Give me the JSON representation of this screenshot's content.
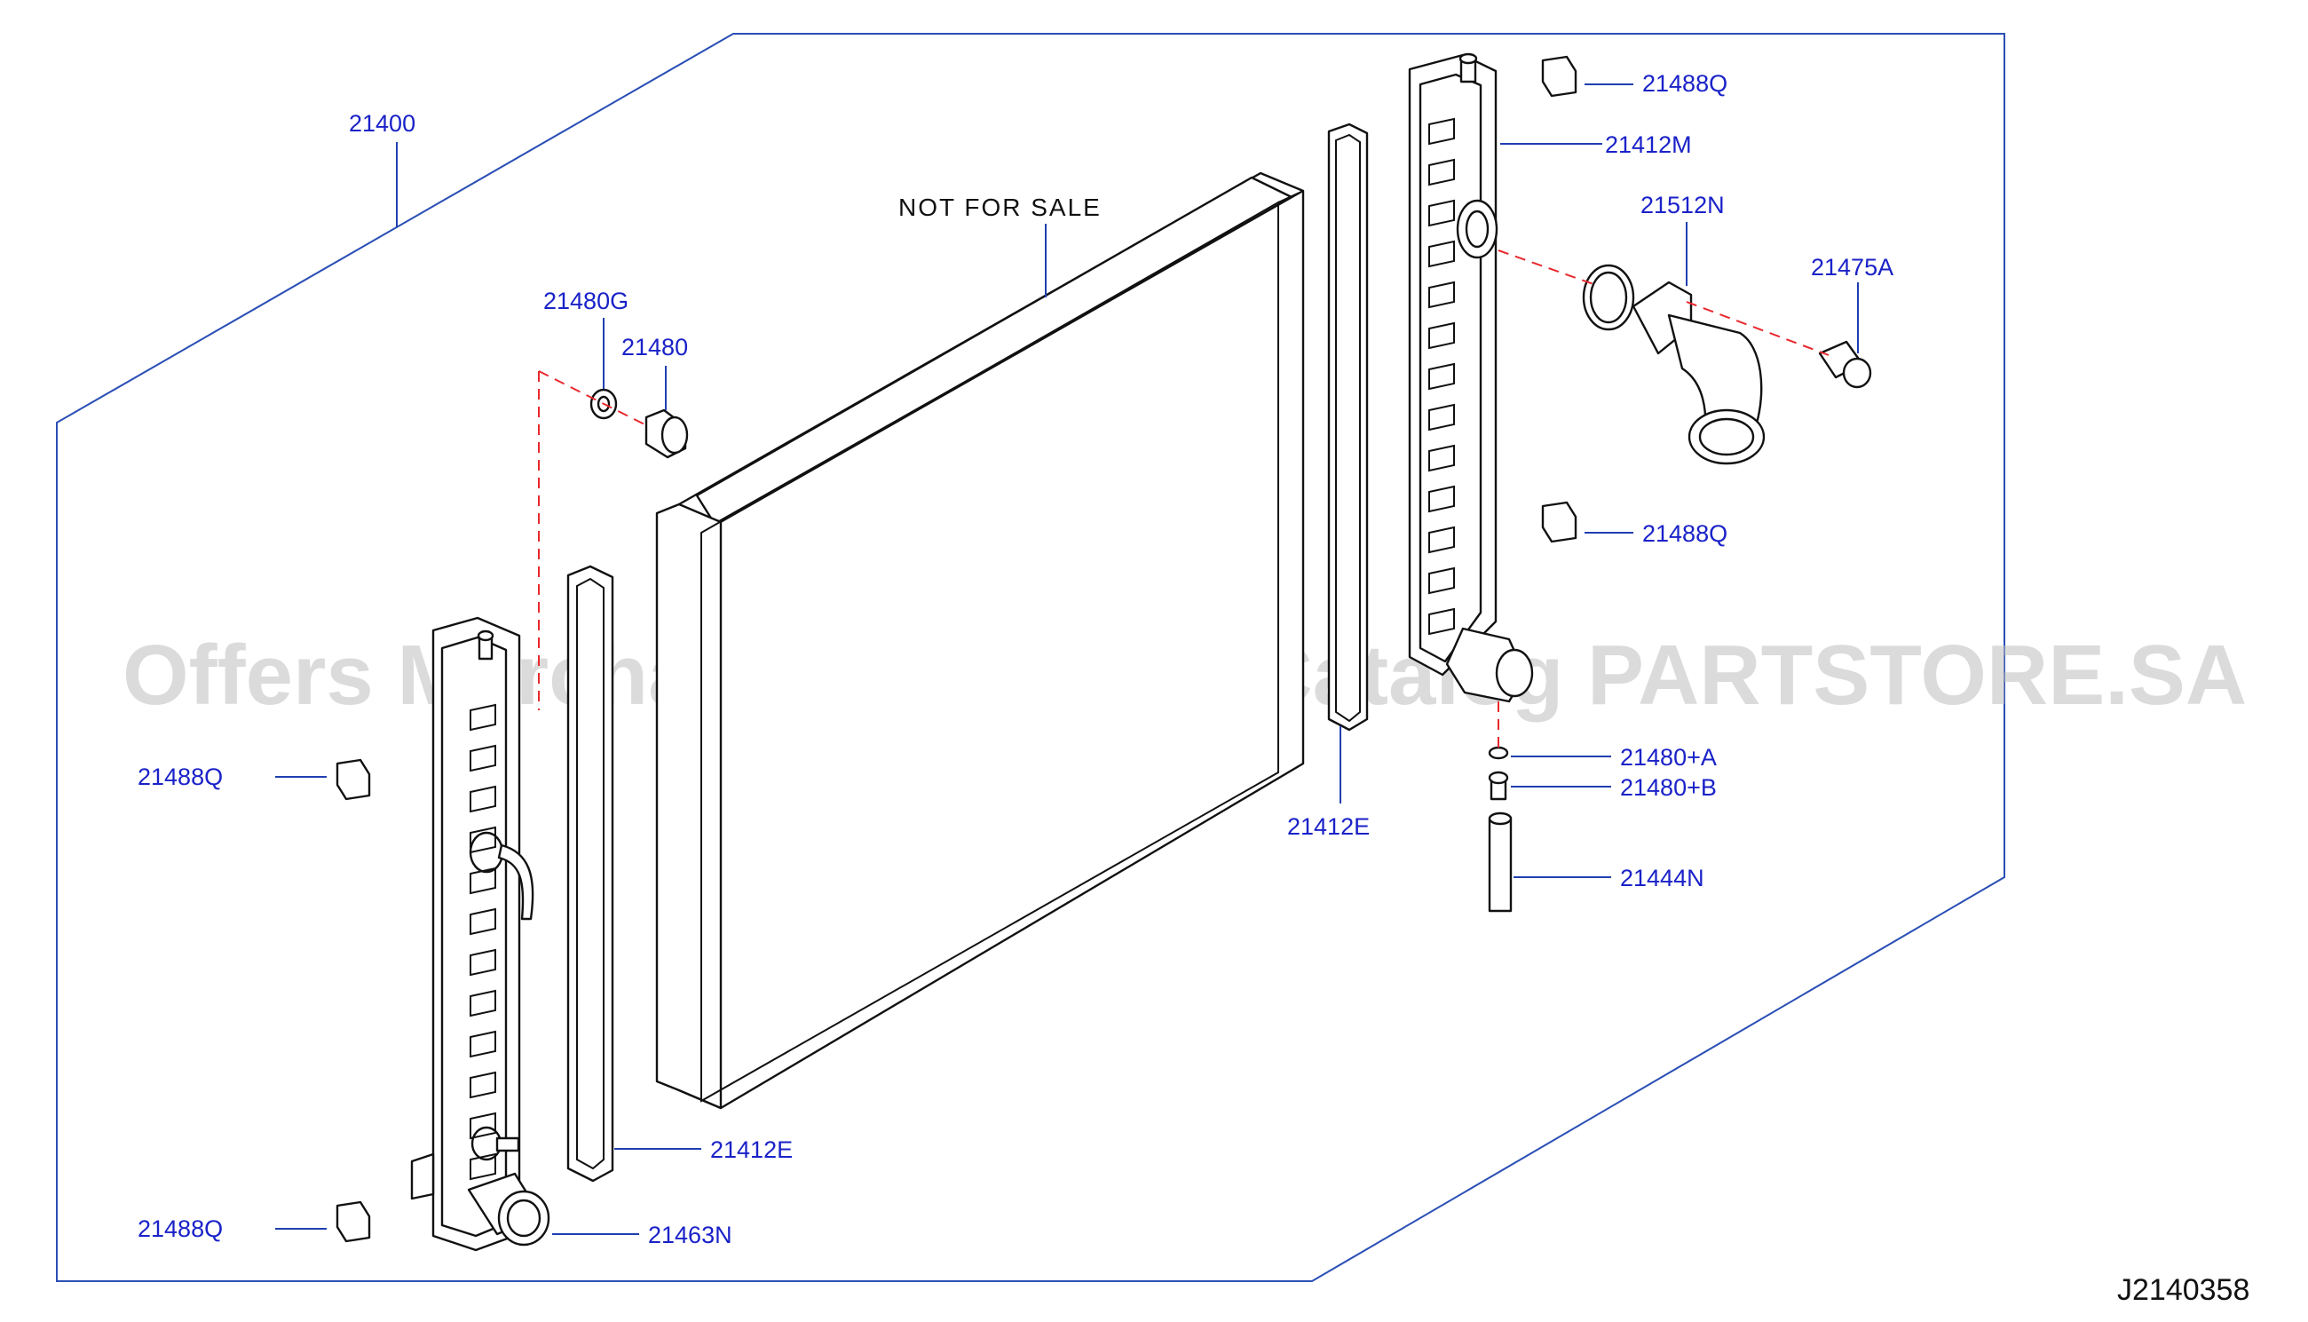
{
  "watermark": "Offers Merchant Auto Parts Catalog PARTSTORE.SA",
  "diagram_code": "J2140358",
  "note": "NOT  FOR  SALE",
  "labels": {
    "assembly": "21400",
    "cap_top_right": "21488Q",
    "tank_right": "21412M",
    "pipe": "21512N",
    "bolt": "21475A",
    "cap_mid_right": "21488Q",
    "washer_left": "21480G",
    "plug_left": "21480",
    "drain_washer": "21480+A",
    "drain_plug": "21480+B",
    "sleeve": "21444N",
    "seal_right": "21412E",
    "seal_left": "21412E",
    "cap_left_top": "21488Q",
    "cap_left_bottom": "21488Q",
    "hose_outlet": "21463N"
  },
  "colors": {
    "label": "#1a22c8",
    "leader": "#1f3fb0",
    "dashed_alignment": "#e8282d",
    "frame": "#2a4fb5",
    "line_art": "#111111",
    "watermark": "#bdbdbd"
  }
}
